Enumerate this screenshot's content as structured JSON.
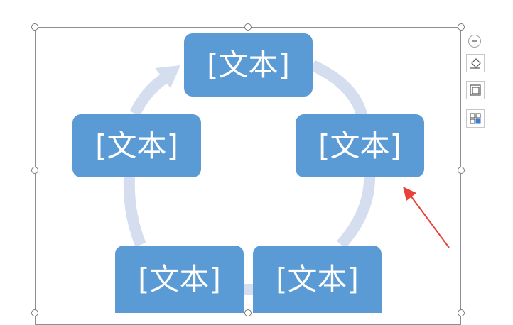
{
  "diagram": {
    "nodes": [
      {
        "id": "top",
        "label": "[文本]"
      },
      {
        "id": "right",
        "label": "[文本]"
      },
      {
        "id": "bottom-right",
        "label": "[文本]"
      },
      {
        "id": "bottom-left",
        "label": "[文本]"
      },
      {
        "id": "left",
        "label": "[文本]"
      }
    ],
    "colors": {
      "node_fill": "#5b9bd5",
      "node_text": "#ffffff",
      "cycle_arc": "#d4deef",
      "selection_frame": "#8e8e8e",
      "annotation_arrow": "#e8413c"
    }
  },
  "toolbar": {
    "buttons": [
      {
        "name": "collapse",
        "icon": "minus-circle-icon"
      },
      {
        "name": "change-color",
        "icon": "paint-bucket-icon"
      },
      {
        "name": "shape-style",
        "icon": "stacked-squares-icon"
      },
      {
        "name": "layout-options",
        "icon": "grid-shapes-icon"
      }
    ]
  }
}
